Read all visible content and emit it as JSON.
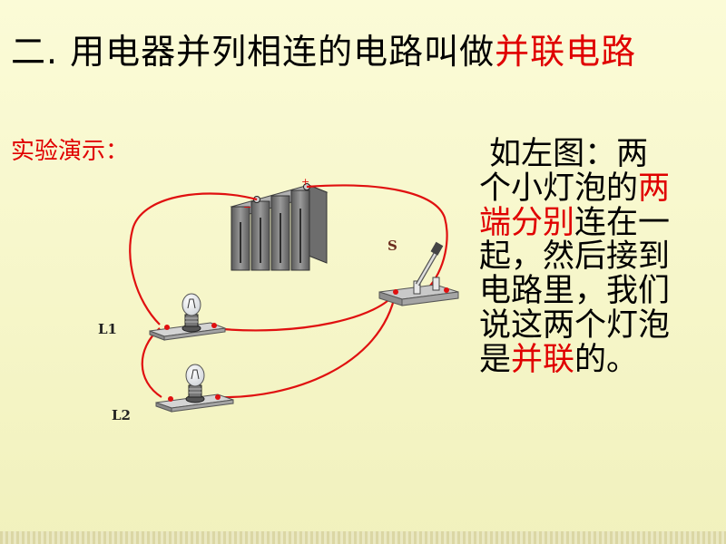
{
  "title": {
    "prefix": "二. 用电器并列相连的电路叫做",
    "highlight": "并联电路"
  },
  "demo_label": "实验演示：",
  "paragraph": {
    "l1_a": "如左图：两",
    "l2_a": "个小灯泡的",
    "l2_red": "两",
    "l3_red": "端分别",
    "l3_b": "连在一",
    "l4": "起，然后接到",
    "l5": "电路里，我们",
    "l6": "说这两个灯泡",
    "l7_a": "是",
    "l7_red": "并联",
    "l7_b": "的。"
  },
  "diagram": {
    "switch_label": "S",
    "lamp1_label": "L1",
    "lamp2_label": "L2",
    "battery_minus": "−",
    "battery_plus": "+",
    "wire_color": "#e01010"
  }
}
